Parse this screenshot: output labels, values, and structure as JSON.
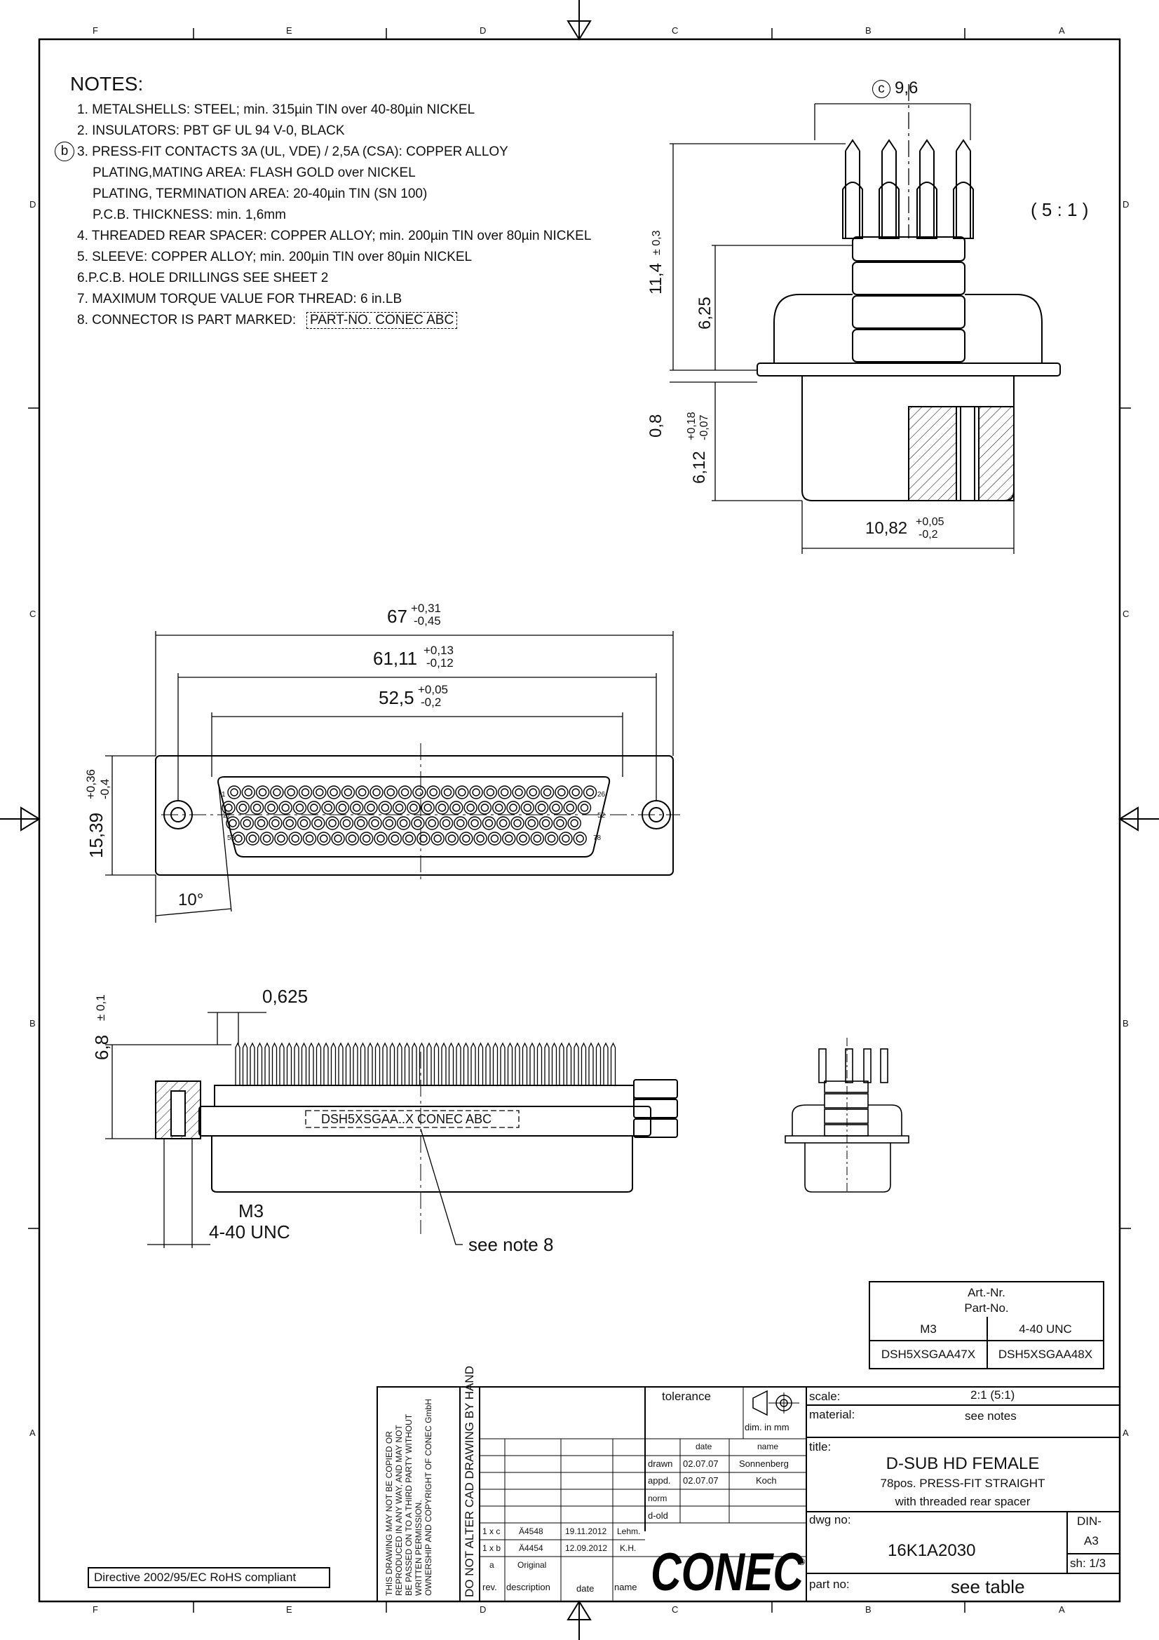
{
  "border": {
    "zones_top": [
      "F",
      "E",
      "D",
      "C",
      "B",
      "A"
    ],
    "zones_bottom": [
      "F",
      "E",
      "D",
      "C",
      "B",
      "A"
    ],
    "zones_side": [
      "D",
      "C",
      "B",
      "A"
    ]
  },
  "notes": {
    "title": "NOTES:",
    "items": [
      "1. METALSHELLS: STEEL; min. 315µin TIN over 40-80µin NICKEL",
      "2. INSULATORS: PBT GF UL 94 V-0, BLACK",
      "3. PRESS-FIT CONTACTS 3A (UL, VDE) / 2,5A (CSA): COPPER ALLOY",
      "PLATING,MATING AREA: FLASH GOLD over NICKEL",
      "PLATING, TERMINATION AREA: 20-40µin TIN (SN 100)",
      "P.C.B. THICKNESS: min. 1,6mm",
      "4. THREADED REAR SPACER: COPPER ALLOY; min. 200µin TIN over 80µin NICKEL",
      "5. SLEEVE: COPPER ALLOY; min. 200µin TIN over 80µin NICKEL",
      "6.P.C.B. HOLE DRILLINGS SEE SHEET 2",
      "7. MAXIMUM TORQUE VALUE FOR THREAD: 6 in.LB",
      "8. CONNECTOR IS PART MARKED:"
    ],
    "revision_mark": "b",
    "part_marking": "PART-NO.  CONEC  ABC"
  },
  "side_view": {
    "scale_label": "( 5 : 1 )",
    "rev_mark": "c",
    "dim_width": "9,6",
    "dim_height_total": "11,4",
    "dim_height_total_tol": "± 0,3",
    "dim_body": "6,25",
    "dim_flange": "0,8",
    "dim_lower": "6,12",
    "dim_lower_tol_up": "+0,18",
    "dim_lower_tol_dn": "-0,07",
    "dim_bottom": "10,82",
    "dim_bottom_tol_up": "+0,05",
    "dim_bottom_tol_dn": "-0,2"
  },
  "front_view": {
    "dim_overall": "67",
    "dim_overall_tol_up": "+0,31",
    "dim_overall_tol_dn": "-0,45",
    "dim_holes": "61,11",
    "dim_holes_tol_up": "+0,13",
    "dim_holes_tol_dn": "-0,12",
    "dim_shell": "52,5",
    "dim_shell_tol_up": "+0,05",
    "dim_shell_tol_dn": "-0,2",
    "dim_height": "15,39",
    "dim_height_tol_up": "+0,36",
    "dim_height_tol_dn": "-0,4",
    "angle": "10°",
    "pin_labels": [
      "1",
      "26",
      "27",
      "52",
      "53",
      "78"
    ]
  },
  "bottom_view": {
    "dim_pitch": "0,625",
    "dim_pin_len": "6,8",
    "dim_pin_len_tol": "± 0,1",
    "marking": "DSH5XSGAA..X CONEC ABC",
    "thread_1": "M3",
    "thread_2": "4-40 UNC",
    "callout": "see note 8"
  },
  "part_table": {
    "header_1": "Art.-Nr.",
    "header_2": "Part-No.",
    "columns": [
      "M3",
      "4-40 UNC"
    ],
    "values": [
      "DSH5XSGAA47X",
      "DSH5XSGAA48X"
    ]
  },
  "rohs": "Directive 2002/95/EC RoHS compliant",
  "title_block": {
    "copyright_lines": [
      "THIS DRAWING MAY NOT BE COPIED OR",
      "REPRODUCED IN ANY WAY, AND MAY NOT",
      "BE PASSED ON TO A THIRD PARTY WITHOUT",
      "WRITTEN PERMISSION.",
      "OWNERSHIP AND COPYRIGHT OF CONEC GmbH"
    ],
    "cad_notice": "DO NOT ALTER CAD DRAWING BY HAND",
    "tolerance": "tolerance",
    "dim_unit": "dim. in mm",
    "scale_label": "scale:",
    "scale_value": "2:1 (5:1)",
    "material_label": "material:",
    "material_value": "see notes",
    "title_label": "title:",
    "title_1": "D-SUB HD FEMALE",
    "title_2": "78pos. PRESS-FIT STRAIGHT",
    "title_3": "with threaded rear spacer",
    "date_header": "date",
    "name_header": "name",
    "drawn_label": "drawn",
    "drawn_date": "02.07.07",
    "drawn_name": "Sonnenberg",
    "appd_label": "appd.",
    "appd_date": "02.07.07",
    "appd_name": "Koch",
    "norm_label": "norm",
    "dold_label": "d-old",
    "revisions": [
      {
        "rev": "1 x c",
        "desc": "Ä4548",
        "date": "19.11.2012",
        "name": "Lehm."
      },
      {
        "rev": "1 x b",
        "desc": "Ä4454",
        "date": "12.09.2012",
        "name": "K.H."
      },
      {
        "rev": "a",
        "desc": "Original",
        "date": "",
        "name": ""
      }
    ],
    "rev_header": "rev.",
    "desc_header": "description",
    "date_col_header": "date",
    "name_col_header": "name",
    "dwg_label": "dwg no:",
    "dwg_no": "16K1A2030",
    "format_1": "DIN-",
    "format_2": "A3",
    "sheet": "sh: 1/3",
    "part_label": "part no:",
    "part_value": "see table",
    "logo": "CONEC",
    "logo_reg": "®"
  }
}
